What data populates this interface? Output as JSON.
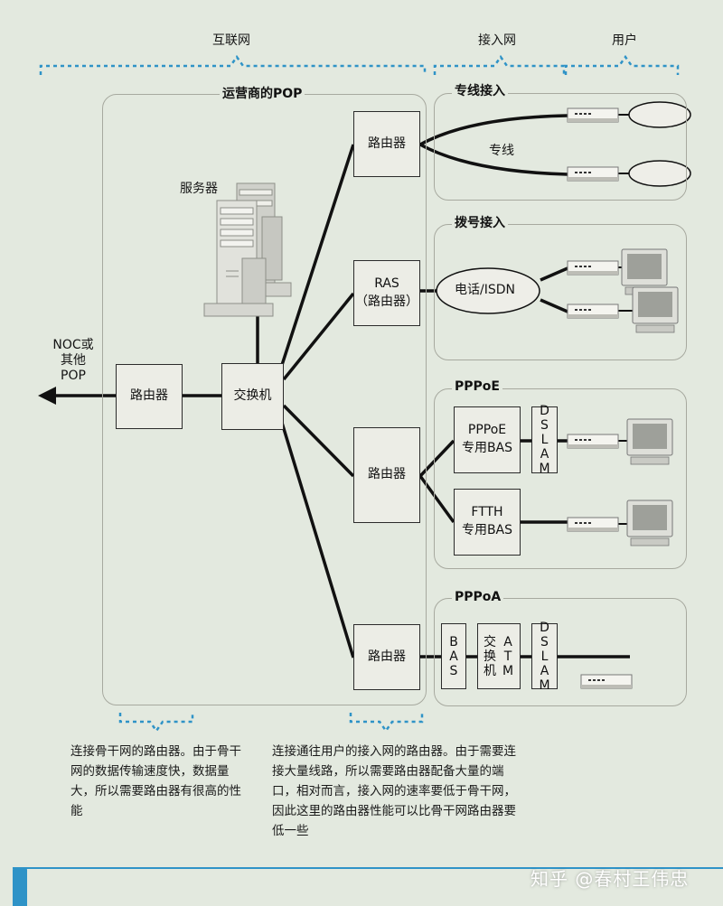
{
  "header": {
    "internet": "互联网",
    "access_network": "接入网",
    "user": "用户"
  },
  "pop": {
    "title": "运营商的POP"
  },
  "noc": {
    "line1": "NOC或",
    "line2": "其他",
    "line3": "POP"
  },
  "nodes": {
    "backbone_router": "路由器",
    "switch": "交换机",
    "server": "服务器",
    "router_leased": "路由器",
    "ras_line1": "RAS",
    "ras_line2": "（路由器）",
    "router_pppoe": "路由器",
    "router_pppoa": "路由器"
  },
  "leased": {
    "title": "专线接入",
    "line_label": "专线"
  },
  "dialup": {
    "title": "拨号接入",
    "phone": "电话/ISDN"
  },
  "pppoe": {
    "title": "PPPoE",
    "bas1_line1": "PPPoE",
    "bas1_line2": "专用BAS",
    "dslam": "DSLAM",
    "ftth_line1": "FTTH",
    "ftth_line2": "专用BAS"
  },
  "pppoa": {
    "title": "PPPoA",
    "bas": "BAS",
    "switch": "交换机",
    "atm": "ATM",
    "dslam": "DSLAM"
  },
  "notes": {
    "left": "连接骨干网的路由器。由于骨干网的数据传输速度快，数据量大，所以需要路由器有很高的性能",
    "right": "连接通往用户的接入网的路由器。由于需要连接大量线路，所以需要路由器配备大量的端口，相对而言，接入网的速率要低于骨干网，因此这里的路由器性能可以比骨干网路由器要低一些"
  },
  "watermark": "知乎 @春村王伟忠",
  "colors": {
    "bracket": "#2f93c7",
    "line": "#111111",
    "accent_bar": "#2f93c7"
  },
  "icons": [
    "server-icon",
    "modem-icon",
    "computer-monitor-icon",
    "arrow-left-icon"
  ]
}
